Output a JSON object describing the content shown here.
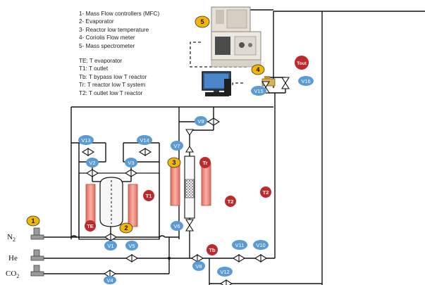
{
  "legend": {
    "components": [
      "1- Mass Flow controllers (MFC)",
      "2- Evaporator",
      "3- Reactor low temperature",
      "4- Coriolis Flow meter",
      "5- Mass spectrometer"
    ],
    "temperatures": [
      "TE: T evaporator",
      "T1: T outlet",
      "Tb: T bypass low T reactor",
      "Tr: T reactor low T system",
      "T2: T outlet low T reactor"
    ]
  },
  "gases": {
    "n2": "N2",
    "he": "He",
    "co2": "CO2"
  },
  "components": {
    "mfc": "1",
    "evaporator": "2",
    "reactor": "3",
    "coriolis": "4",
    "mass_spec": "5"
  },
  "valves": {
    "v1": "V1",
    "v2": "V2",
    "v3": "V3",
    "v4": "V4",
    "v5": "V5",
    "v6": "V6",
    "v7": "V7",
    "v8": "V8",
    "v9": "V9",
    "v10": "V10",
    "v11": "V11",
    "v12": "V12",
    "v13": "V13",
    "v14": "V14",
    "v15": "V15",
    "v16": "V16"
  },
  "sensors": {
    "te": "TE",
    "t1": "T1",
    "tr": "Tr",
    "tb": "Tb",
    "t2_a": "T2",
    "t2_b": "T2",
    "tout": "Tout"
  },
  "colors": {
    "valve_badge": "#5b9bd5",
    "sensor_badge": "#c0282d",
    "component_badge": "#f2b705",
    "heater": "#f29a8e",
    "pipe": "#111111"
  }
}
